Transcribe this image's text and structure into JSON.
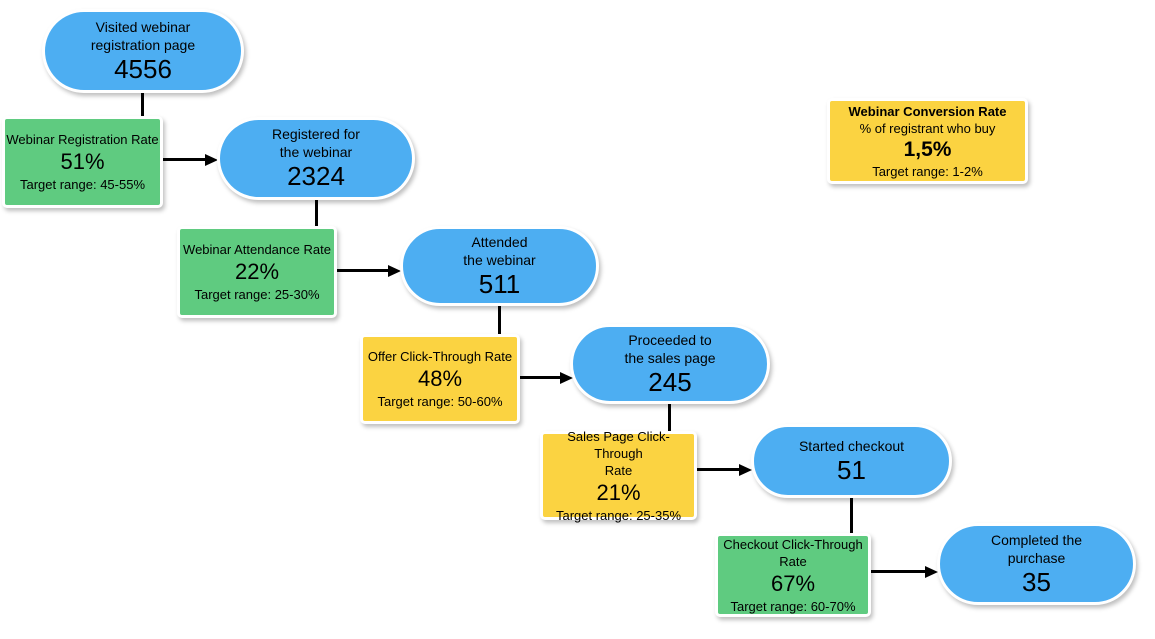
{
  "colors": {
    "node_fill": "#4DAEF2",
    "on_target_rate_fill": "#5FCB80",
    "below_target_rate_fill": "#FBD341",
    "connector": "#000000",
    "background": "#FFFFFF",
    "text": "#000000"
  },
  "nodes": [
    {
      "label": "Visited webinar\nregistration page",
      "value": "4556"
    },
    {
      "label": "Registered for\nthe webinar",
      "value": "2324"
    },
    {
      "label": "Attended\nthe webinar",
      "value": "511"
    },
    {
      "label": "Proceeded to\nthe sales page",
      "value": "245"
    },
    {
      "label": "Started checkout",
      "value": "51"
    },
    {
      "label": "Completed the\npurchase",
      "value": "35"
    }
  ],
  "rates": [
    {
      "title": "Webinar Registration Rate",
      "value": "51%",
      "target": "Target range: 45-55%",
      "status": "green"
    },
    {
      "title": "Webinar Attendance Rate",
      "value": "22%",
      "target": "Target range: 25-30%",
      "status": "green"
    },
    {
      "title": "Offer Click-Through Rate",
      "value": "48%",
      "target": "Target range: 50-60%",
      "status": "yellow"
    },
    {
      "title": "Sales Page Click-Through\nRate",
      "value": "21%",
      "target": "Target range: 25-35%",
      "status": "yellow"
    },
    {
      "title": "Checkout Click-Through\nRate",
      "value": "67%",
      "target": "Target range: 60-70%",
      "status": "green"
    }
  ],
  "summary_box": {
    "title": "Webinar Conversion Rate",
    "subtitle": "% of registrant who buy",
    "value": "1,5%",
    "target": "Target range: 1-2%",
    "status": "yellow"
  }
}
